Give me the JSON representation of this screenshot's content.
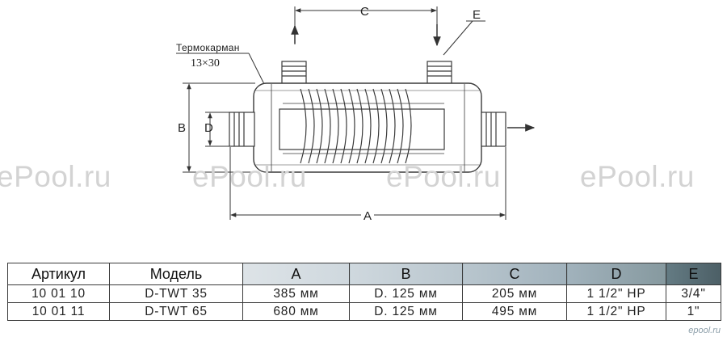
{
  "watermark": "ePool.ru",
  "site_mark": "epool.ru",
  "colors": {
    "line": "#3a3a3a",
    "body": "#ffffff",
    "watermark": "#d3d3d3"
  },
  "diagram": {
    "thermowell_label": "Термокарман",
    "thermowell_size": "13×30",
    "dim_labels": {
      "a": "A",
      "b": "B",
      "c": "C",
      "d": "D",
      "e": "E"
    }
  },
  "table": {
    "headers": [
      "Артикул",
      "Модель",
      "A",
      "B",
      "C",
      "D",
      "E"
    ],
    "rows": [
      [
        "10 01 10",
        "D-TWT 35",
        "385 мм",
        "D. 125 мм",
        "205 мм",
        "1 1/2\" HP",
        "3/4\""
      ],
      [
        "10 01 11",
        "D-TWT 65",
        "680 мм",
        "D. 125 мм",
        "495 мм",
        "1 1/2\" HP",
        "1\""
      ]
    ]
  }
}
